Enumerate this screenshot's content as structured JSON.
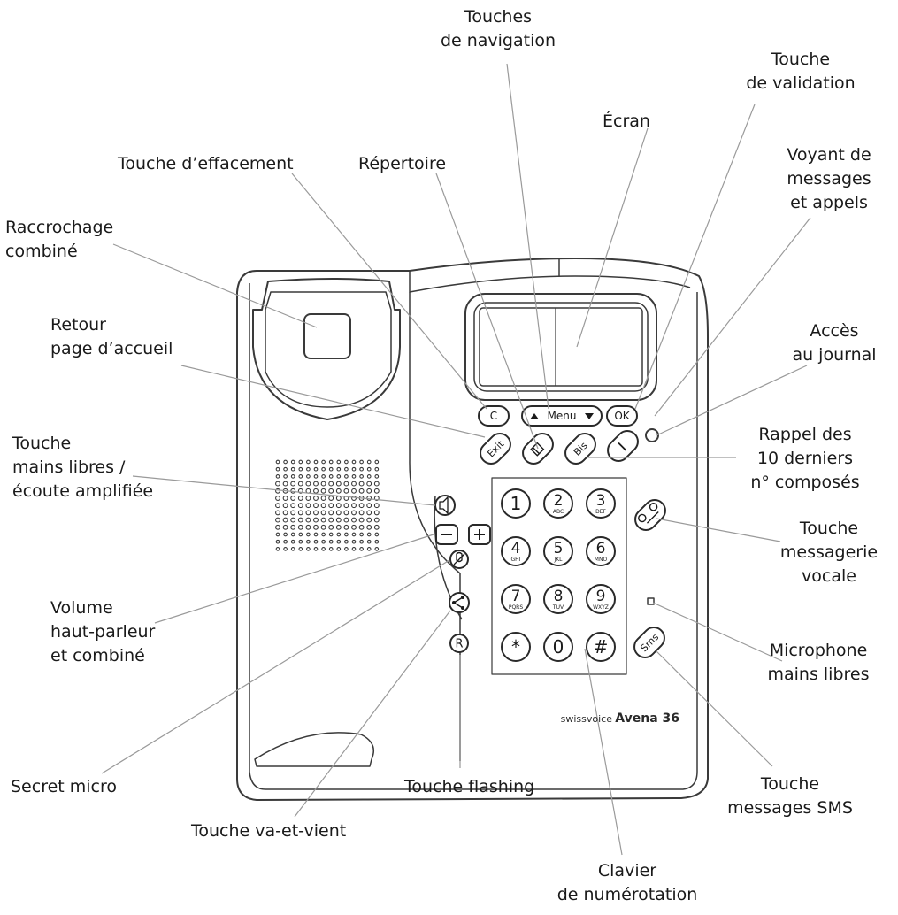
{
  "brand": {
    "maker": "swissvoice",
    "model": "Avena 36"
  },
  "keys": {
    "clear": "C",
    "menu": "Menu",
    "ok": "OK",
    "exit": "Exit",
    "redial": "Bis",
    "recall": "R",
    "sms": "Sms",
    "keypad": [
      {
        "digit": "1",
        "letters": ""
      },
      {
        "digit": "2",
        "letters": "ABC"
      },
      {
        "digit": "3",
        "letters": "DEF"
      },
      {
        "digit": "4",
        "letters": "GHI"
      },
      {
        "digit": "5",
        "letters": "JKL"
      },
      {
        "digit": "6",
        "letters": "MNO"
      },
      {
        "digit": "7",
        "letters": "PQRS"
      },
      {
        "digit": "8",
        "letters": "TUV"
      },
      {
        "digit": "9",
        "letters": "WXYZ"
      },
      {
        "digit": "*",
        "letters": ""
      },
      {
        "digit": "0",
        "letters": ""
      },
      {
        "digit": "#",
        "letters": ""
      }
    ]
  },
  "labels": {
    "navigation": [
      "Touches",
      "de navigation"
    ],
    "validation": [
      "Touche",
      "de validation"
    ],
    "screen": [
      "Écran"
    ],
    "clear": [
      "Touche d’effacement"
    ],
    "directory": [
      "Répertoire"
    ],
    "indicator": [
      "Voyant de",
      "messages",
      "et appels"
    ],
    "cradle": [
      "Raccrochage",
      "combiné"
    ],
    "home": [
      "Retour",
      "page d’accueil"
    ],
    "journal": [
      "Accès",
      "au journal"
    ],
    "redial": [
      "Rappel des",
      "10 derniers",
      "n° composés"
    ],
    "handsfree": [
      "Touche",
      "mains libres /",
      "écoute amplifiée"
    ],
    "voicemail": [
      "Touche",
      "messagerie",
      "vocale"
    ],
    "volume": [
      "Volume",
      "haut-parleur",
      "et combiné"
    ],
    "microphone": [
      "Microphone",
      "mains libres"
    ],
    "mute": [
      "Secret micro"
    ],
    "flash": [
      "Touche flashing"
    ],
    "sms": [
      "Touche",
      "messages SMS"
    ],
    "toggle": [
      "Touche va-et-vient"
    ],
    "keypad": [
      "Clavier",
      "de numérotation"
    ]
  }
}
